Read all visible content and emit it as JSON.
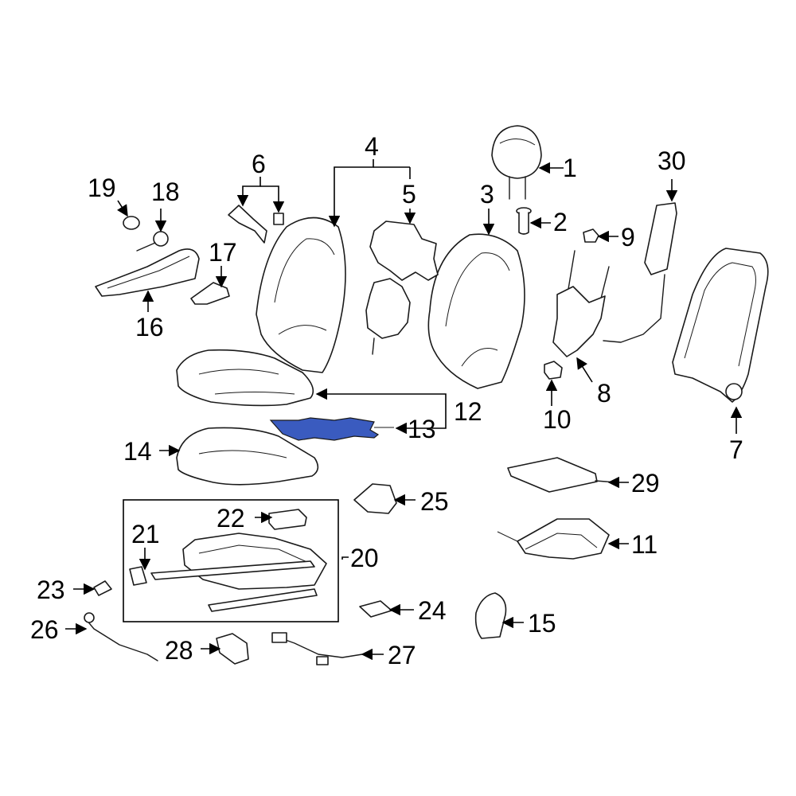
{
  "colors": {
    "highlight_part": "#3a5bbf",
    "line": "#1a1a1a",
    "background": "#ffffff"
  },
  "highlighted_callout": "13",
  "callouts": {
    "c1": "1",
    "c2": "2",
    "c3": "3",
    "c4": "4",
    "c5": "5",
    "c6": "6",
    "c7": "7",
    "c8": "8",
    "c9": "9",
    "c10": "10",
    "c11": "11",
    "c12": "12",
    "c13": "13",
    "c14": "14",
    "c15": "15",
    "c16": "16",
    "c17": "17",
    "c18": "18",
    "c19": "19",
    "c20": "20",
    "c21": "21",
    "c22": "22",
    "c23": "23",
    "c24": "24",
    "c25": "25",
    "c26": "26",
    "c27": "27",
    "c28": "28",
    "c29": "29",
    "c30": "30"
  }
}
